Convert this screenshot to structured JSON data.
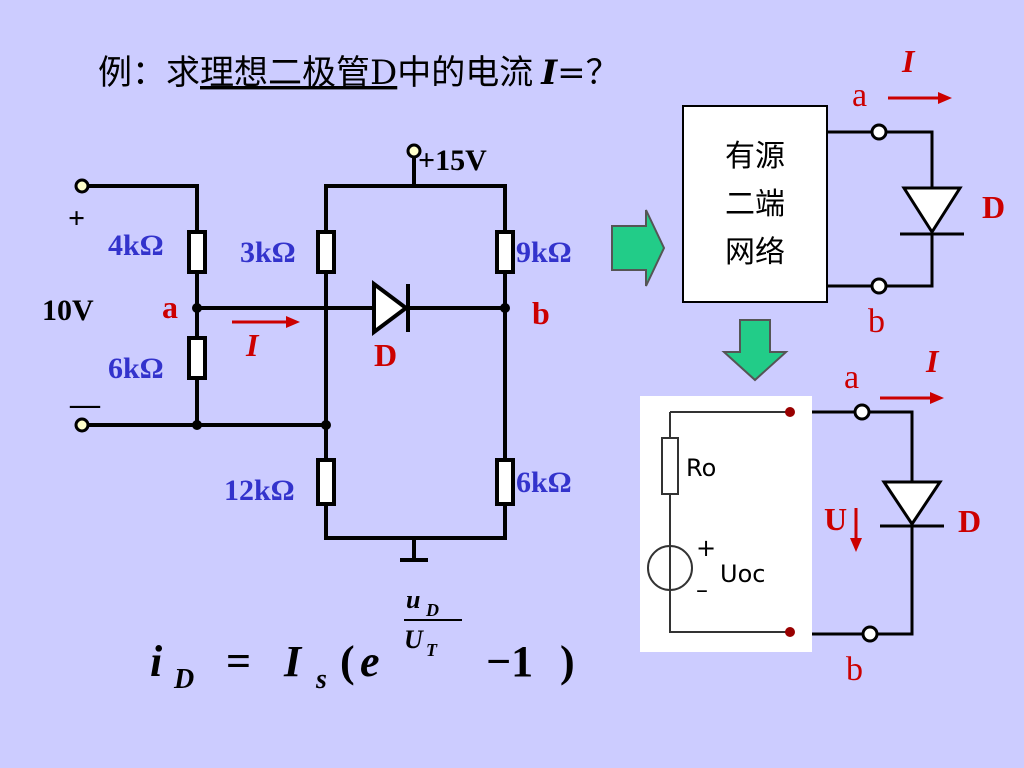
{
  "title": {
    "prefix": "例：求",
    "underlined": "理想二极管D",
    "suffix": "中的电流",
    "variable": "I",
    "ending": "=？"
  },
  "left_circuit": {
    "source_plus": "+",
    "source_minus": "—",
    "source_voltage": "10V",
    "supply": "+15V",
    "r_4k": "4kΩ",
    "r_6k_left": "6kΩ",
    "r_3k": "3kΩ",
    "r_9k": "9kΩ",
    "r_12k": "12kΩ",
    "r_6k_right": "6kΩ",
    "node_a": "a",
    "node_b": "b",
    "current": "I",
    "diode": "D"
  },
  "network_box": {
    "lines": [
      "有源",
      "二端",
      "网络"
    ],
    "node_a": "a",
    "node_b": "b",
    "current": "I",
    "diode": "D"
  },
  "thevenin": {
    "ro": "Ro",
    "plus": "+",
    "minus": "–",
    "uoc": "Uoc",
    "voltage": "U",
    "node_a": "a",
    "node_b": "b",
    "current": "I",
    "diode": "D"
  },
  "formula": {
    "lhs": "i",
    "lhs_sub": "D",
    "equals": "=",
    "is": "I",
    "is_sub": "s",
    "open": "(",
    "e": "e",
    "exp_num": "u",
    "exp_num_sub": "D",
    "exp_den": "U",
    "exp_den_sub": "T",
    "minus_one": "−1",
    "close": ")"
  },
  "colors": {
    "background": "#ccccff",
    "resistor_label": "#3333cc",
    "node_label": "#cc0000",
    "arrow_fill": "#22cc88"
  }
}
